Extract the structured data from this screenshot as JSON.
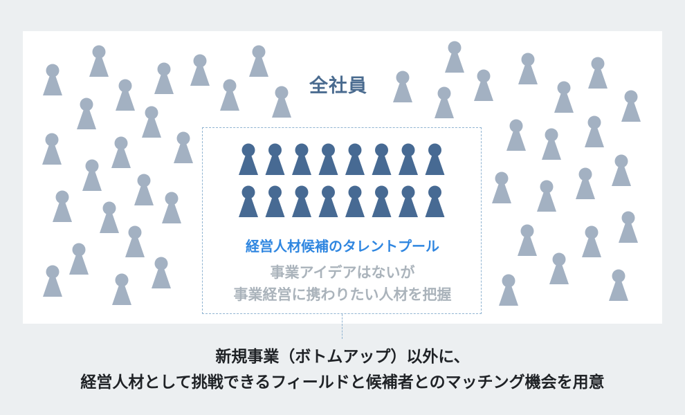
{
  "diagram": {
    "all_employees_label": "全社員",
    "pool": {
      "title": "経営人材候補のタレントプール",
      "description_lines": [
        "事業アイデアはないが",
        "事業経営に携わりたい人材を把握"
      ]
    },
    "caption_lines": [
      "新規事業（ボトムアップ）以外に、",
      "経営人材として挑戦できるフィールドと候補者とのマッチング機会を用意"
    ]
  },
  "colors": {
    "background": "#eceff1",
    "panel": "#ffffff",
    "employee_icon": "#a3b1c2",
    "candidate_icon": "#476a93",
    "pool_title": "#2f86e0",
    "pool_description": "#aab3bb",
    "dashed_border": "#8fb3d1",
    "caption": "#1f2226"
  },
  "icons": {
    "employee": "person-icon",
    "candidate": "person-icon"
  }
}
